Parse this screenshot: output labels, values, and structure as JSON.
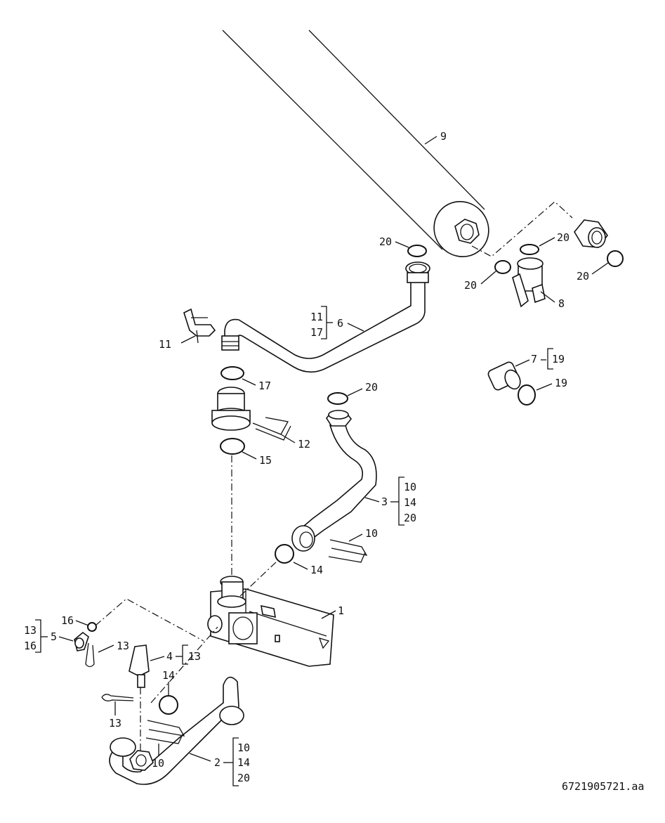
{
  "drawing_id": "6721905721.aa",
  "labels": {
    "n1": "1",
    "n2": "2",
    "n3": "3",
    "n4": "4",
    "n5": "5",
    "n6": "6",
    "n7": "7",
    "n8": "8",
    "n9": "9",
    "n10a": "10",
    "n10b": "10",
    "n10c": "10",
    "n10d": "10",
    "n11a": "11",
    "n11b": "11",
    "n12": "12",
    "n13a": "13",
    "n13b": "13",
    "n13c": "13",
    "n13d": "13",
    "n14a": "14",
    "n14b": "14",
    "n14c": "14",
    "n14d": "14",
    "n15": "15",
    "n16a": "16",
    "n16b": "16",
    "n17a": "17",
    "n17b": "17",
    "n19a": "19",
    "n19b": "19",
    "n20a": "20",
    "n20b": "20",
    "n20c": "20",
    "n20d": "20",
    "n20e": "20",
    "n20f": "20",
    "n20g": "20"
  }
}
